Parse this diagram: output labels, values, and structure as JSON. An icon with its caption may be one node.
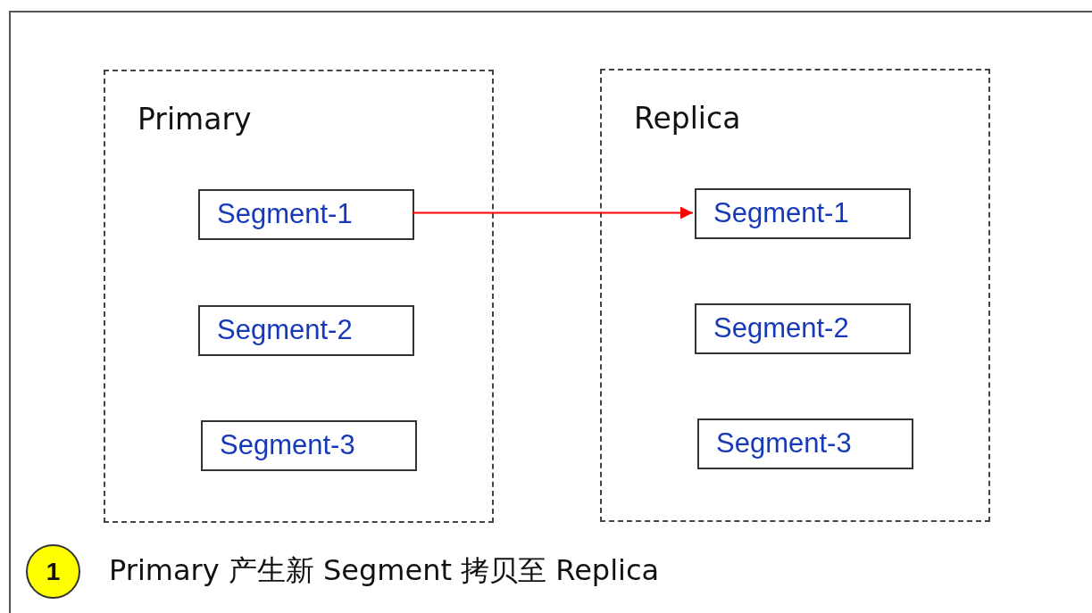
{
  "diagram": {
    "nodes": [
      {
        "text": [
          "Primary"
        ]
      },
      {
        "text": [
          "Segment-1"
        ],
        "in": 0
      },
      {
        "text": [
          "Segment-2"
        ],
        "in": 0
      },
      {
        "text": [
          "Segment-3"
        ],
        "in": 0
      },
      {
        "text": [
          "Replica"
        ]
      },
      {
        "text": [
          "Segment-1"
        ],
        "in": 4
      },
      {
        "text": [
          "Segment-2"
        ],
        "in": 4
      },
      {
        "text": [
          "Segment-3"
        ],
        "in": 4
      },
      {
        "text": [
          "1"
        ],
        "beside": [
          "Primary 产生新 Segment 拷贝至 Replica"
        ]
      }
    ],
    "edges": [
      {
        "from": 1,
        "to": 5,
        "arrow": "to",
        "color": "#ff0000"
      }
    ]
  }
}
